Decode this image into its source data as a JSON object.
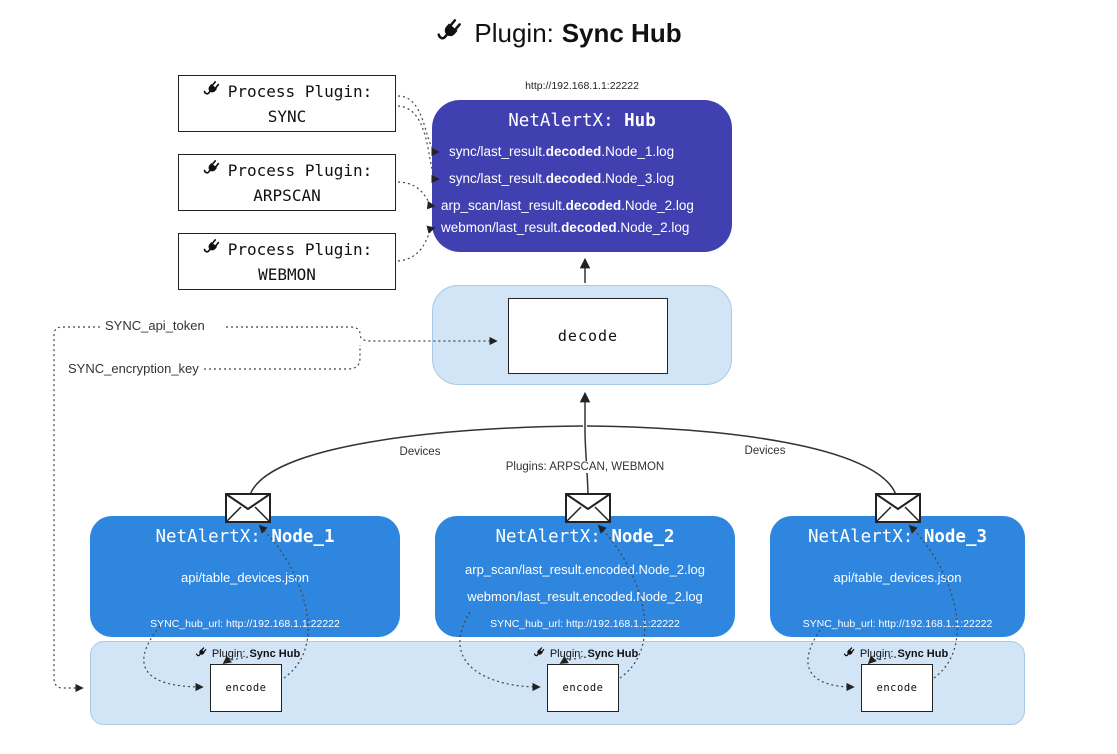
{
  "colors": {
    "hub": "#4140b0",
    "node": "#2e86de",
    "panel": "#d2e5f7",
    "panel_border": "#a6c9e8"
  },
  "title": {
    "text": "Plugin:",
    "bold": "Sync Hub"
  },
  "process_plugins": [
    {
      "label": "Process Plugin:",
      "name": "SYNC"
    },
    {
      "label": "Process Plugin:",
      "name": "ARPSCAN"
    },
    {
      "label": "Process Plugin:",
      "name": "WEBMON"
    }
  ],
  "hub": {
    "url": "http://192.168.1.1:22222",
    "title": "NetAlertX:",
    "name": "Hub",
    "lines": [
      {
        "pre": "sync/last_result.",
        "bold": "decoded",
        "post": ".Node_1.log"
      },
      {
        "pre": "sync/last_result.",
        "bold": "decoded",
        "post": ".Node_3.log"
      },
      {
        "pre": "arp_scan/last_result.",
        "bold": "decoded",
        "post": ".Node_2.log"
      },
      {
        "pre": "webmon/last_result.",
        "bold": "decoded",
        "post": ".Node_2.log"
      }
    ]
  },
  "decode": {
    "label": "decode"
  },
  "keys": {
    "api_token": "SYNC_api_token",
    "encryption_key": "SYNC_encryption_key"
  },
  "edge_labels": {
    "left": "Devices",
    "center": "Plugins: ARPSCAN, WEBMON",
    "right": "Devices"
  },
  "nodes": [
    {
      "title": "NetAlertX:",
      "name": "Node_1",
      "lines": [
        "api/table_devices.json"
      ],
      "footer": "SYNC_hub_url: http://192.168.1.1:22222"
    },
    {
      "title": "NetAlertX:",
      "name": "Node_2",
      "lines": [
        "arp_scan/last_result.encoded.Node_2.log",
        "webmon/last_result.encoded.Node_2.log"
      ],
      "footer": "SYNC_hub_url: http://192.168.1.1:22222"
    },
    {
      "title": "NetAlertX:",
      "name": "Node_3",
      "lines": [
        "api/table_devices.json"
      ],
      "footer": "SYNC_hub_url: http://192.168.1.1:22222"
    }
  ],
  "encoders": [
    {
      "label": "Plugin:",
      "bold": "Sync Hub",
      "box": "encode"
    },
    {
      "label": "Plugin:",
      "bold": "Sync Hub",
      "box": "encode"
    },
    {
      "label": "Plugin:",
      "bold": "Sync Hub",
      "box": "encode"
    }
  ]
}
